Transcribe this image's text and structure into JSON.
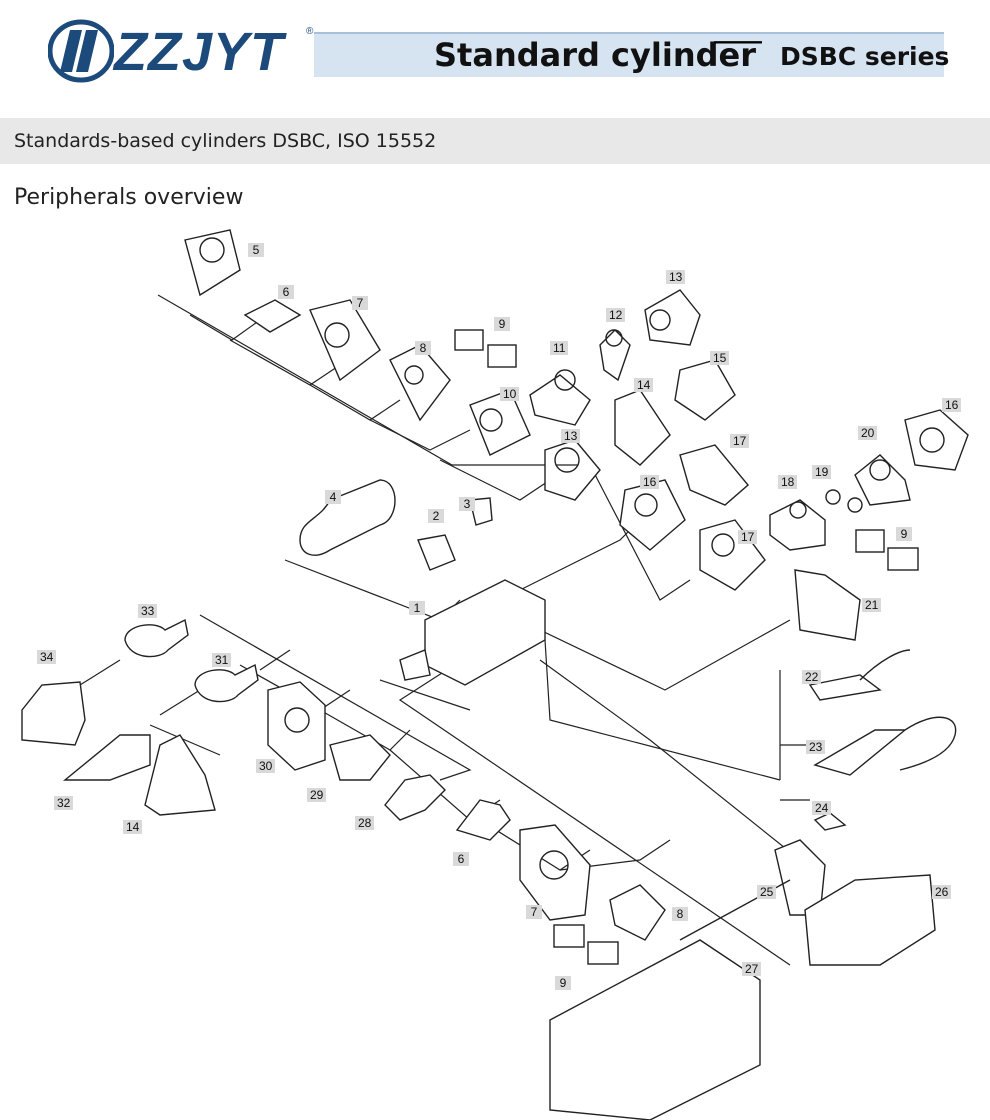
{
  "brand": {
    "name": "ZZJYT",
    "registered": "®"
  },
  "header": {
    "title": "Standard cylinder",
    "dash": "——",
    "series": "DSBC series"
  },
  "subheader": "Standards-based cylinders DSBC, ISO 15552",
  "section_title": "Peripherals overview",
  "colors": {
    "brand_blue": "#1c4a7a",
    "title_bar": "#d6e3f1",
    "label_bg": "#d9d9d9"
  },
  "labels": [
    "5",
    "6",
    "7",
    "8",
    "9",
    "10",
    "11",
    "12",
    "13",
    "13",
    "14",
    "15",
    "16",
    "16",
    "17",
    "17",
    "18",
    "19",
    "20",
    "9",
    "21",
    "4",
    "2",
    "3",
    "1",
    "33",
    "34",
    "31",
    "30",
    "32",
    "14",
    "29",
    "28",
    "6",
    "7",
    "8",
    "9",
    "22",
    "23",
    "24",
    "25",
    "26",
    "27"
  ]
}
